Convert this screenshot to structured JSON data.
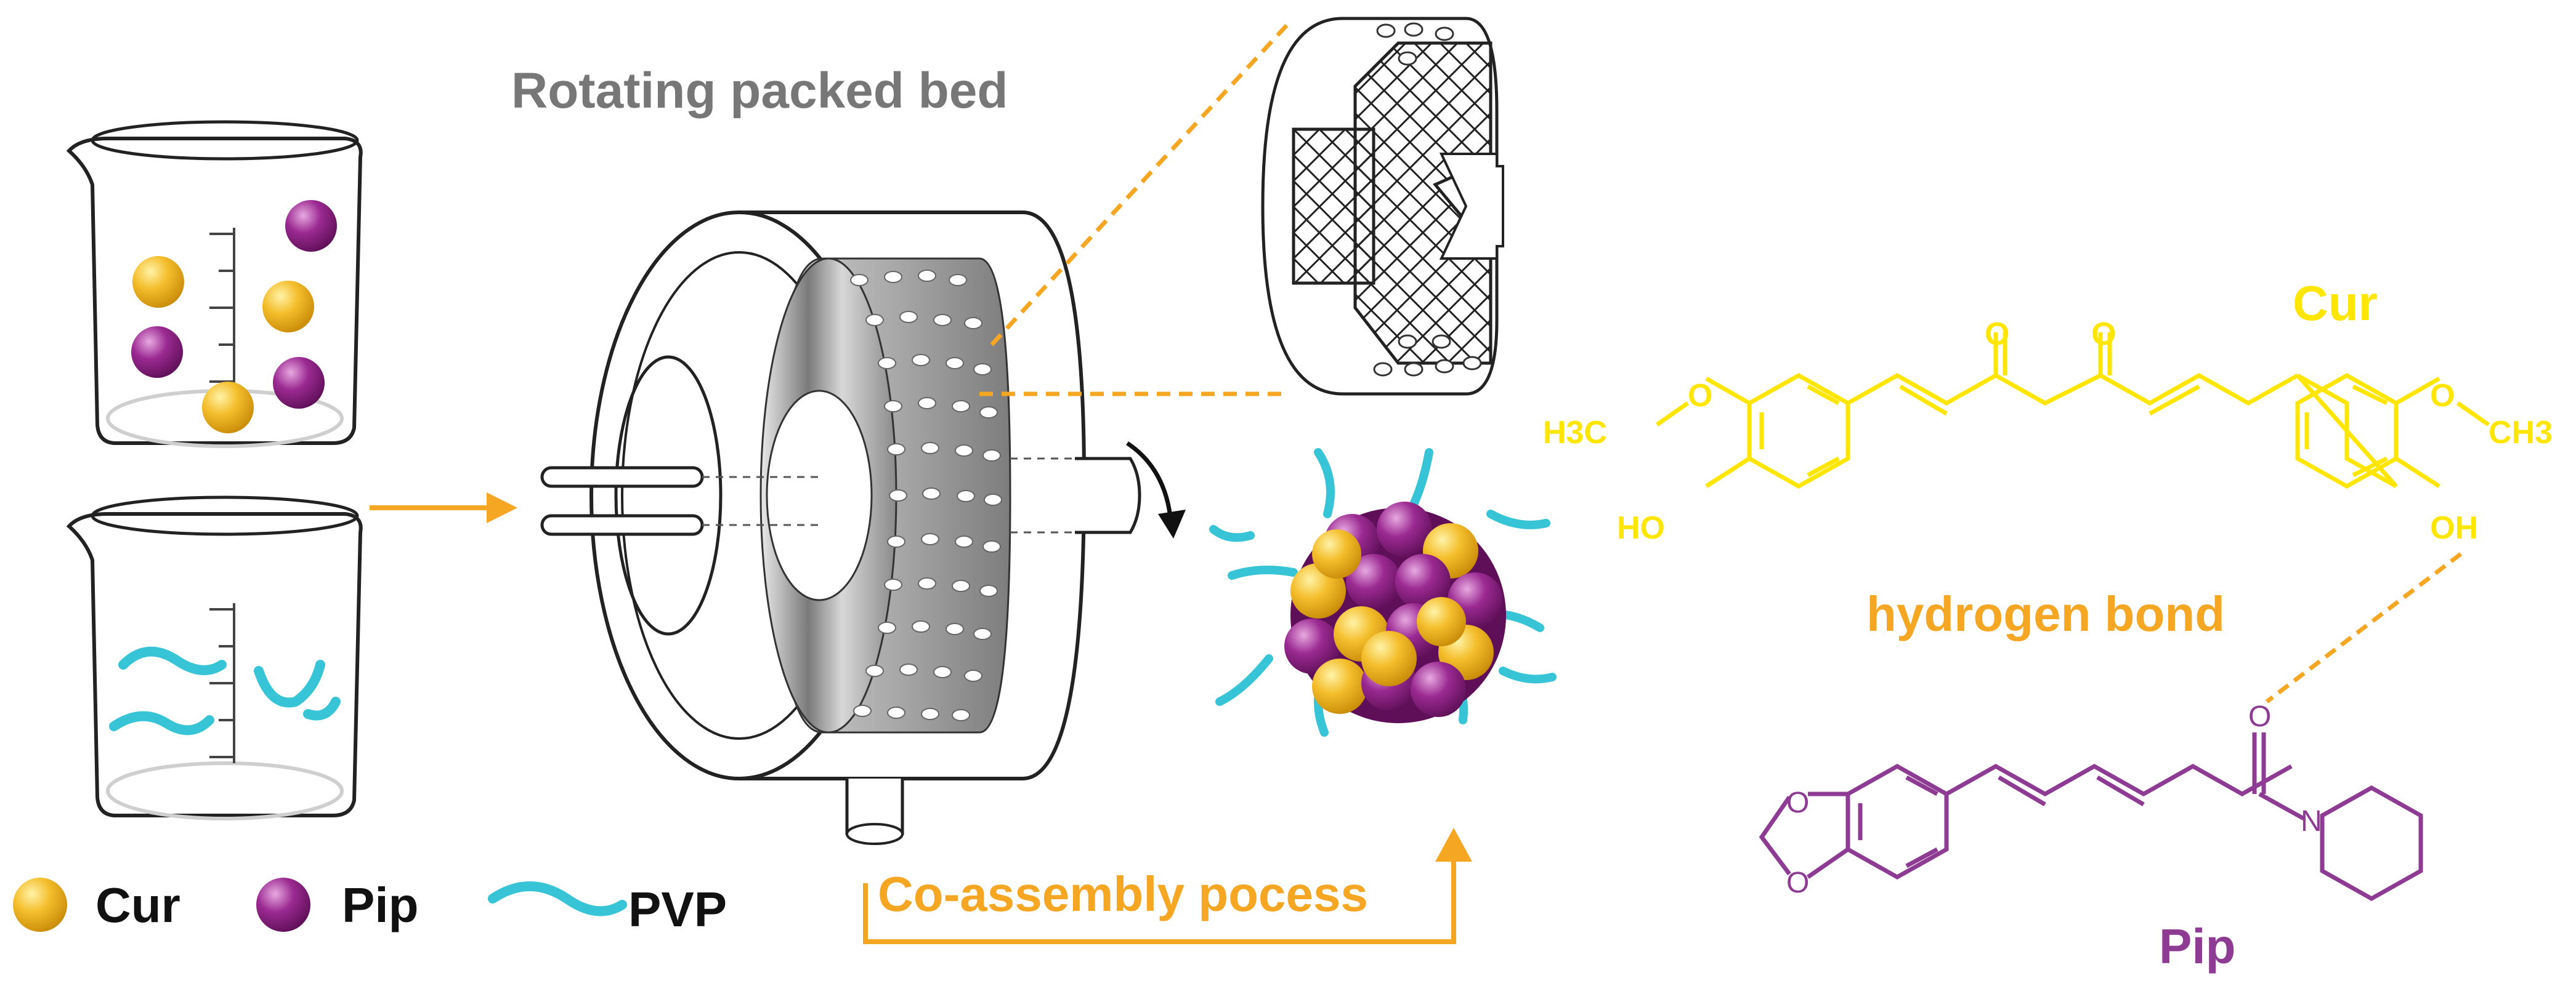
{
  "titles": {
    "rpb": "Rotating packed bed",
    "process": "Co-assembly pocess",
    "hbond": "hydrogen bond"
  },
  "legend": [
    {
      "label": "Cur",
      "icon": "cur-sphere-icon",
      "color": "#f0b41e"
    },
    {
      "label": "Pip",
      "icon": "pip-sphere-icon",
      "color": "#8e1f86"
    },
    {
      "label": "PVP",
      "icon": "pvp-chain-icon",
      "color": "#36c4d6"
    }
  ],
  "molecules": {
    "cur": {
      "name": "Cur",
      "color": "#ffe600",
      "atoms": {
        "o1": "O",
        "o2": "O",
        "o3": "O",
        "o4": "O",
        "h3c": "H3C",
        "ch3": "CH3",
        "ho": "HO",
        "oh": "OH"
      }
    },
    "pip": {
      "name": "Pip",
      "color": "#8e3b94",
      "atoms": {
        "o1": "O",
        "o2": "O",
        "o3": "O",
        "n": "N"
      }
    }
  },
  "colors": {
    "arrow": "#f5a623",
    "cur": "#f0b41e",
    "pip": "#8e1f86",
    "pvp": "#36c4d6",
    "title_gray": "#777777",
    "dark": "#111111"
  }
}
